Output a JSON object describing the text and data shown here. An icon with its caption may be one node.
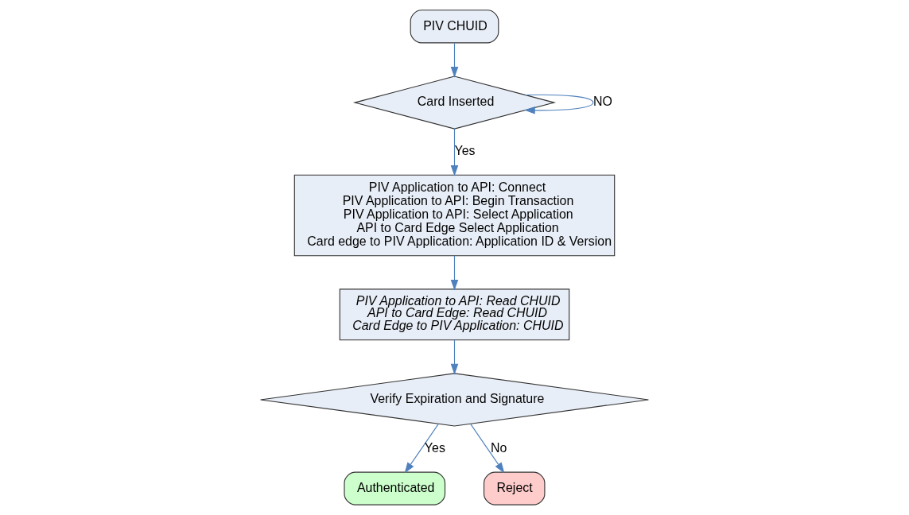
{
  "diagram": {
    "nodes": [
      {
        "text": [
          "PIV CHUID"
        ]
      },
      {
        "text": [
          "Card Inserted"
        ]
      },
      {
        "text": [
          "PIV Application to API: Connect",
          "PIV Application to API: Begin Transaction",
          "PIV Application to API: Select Application",
          "API to Card Edge Select Application",
          "Card edge to PIV Application: Application ID & Version"
        ]
      },
      {
        "text": [
          "PIV Application to API: Read CHUID",
          "API to Card Edge: Read CHUID",
          "Card Edge to PIV Application: CHUID"
        ]
      },
      {
        "text": [
          "Verify Expiration and Signature"
        ]
      },
      {
        "text": [
          "Authenticated"
        ]
      },
      {
        "text": [
          "Reject"
        ]
      }
    ],
    "edges": [
      {
        "from": 0,
        "to": 1,
        "arrow": "to"
      },
      {
        "from": 1,
        "to": 1,
        "arrow": "to",
        "label": "NO"
      },
      {
        "from": 1,
        "to": 2,
        "arrow": "to",
        "label": "Yes"
      },
      {
        "from": 2,
        "to": 3,
        "arrow": "to"
      },
      {
        "from": 3,
        "to": 4,
        "arrow": "to"
      },
      {
        "from": 4,
        "to": 5,
        "arrow": "to",
        "label": "Yes"
      },
      {
        "from": 4,
        "to": 6,
        "arrow": "to",
        "label": "No"
      }
    ]
  }
}
